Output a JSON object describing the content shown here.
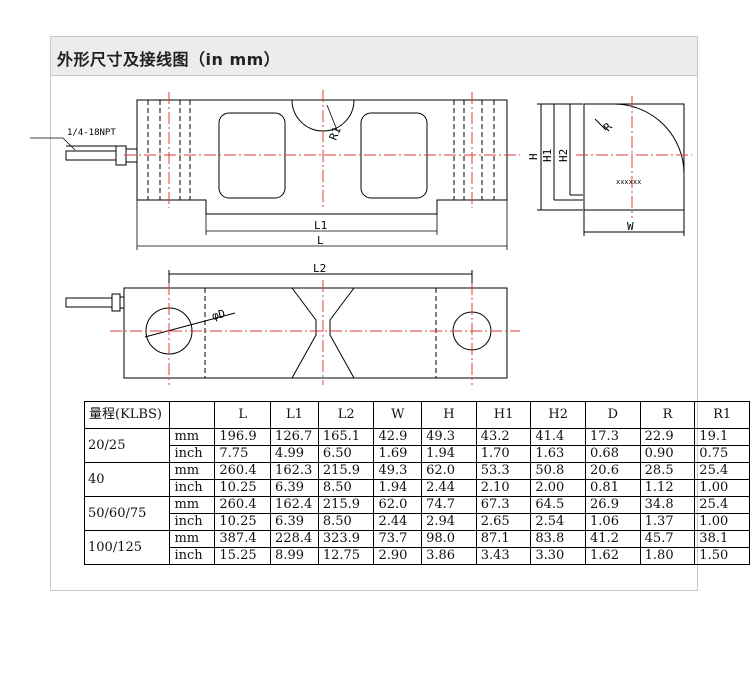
{
  "title": "外形尺寸及接线图（in mm）",
  "drawing": {
    "thread_label": "1/4-18NPT",
    "r1": "R1",
    "r": "R",
    "l": "L",
    "l1": "L1",
    "l2": "L2",
    "h": "H",
    "h1": "H1",
    "h2": "H2",
    "w": "W",
    "d": "φD",
    "marking": "xxxxxx"
  },
  "table": {
    "headers": [
      "量程(KLBS)",
      "",
      "L",
      "L1",
      "L2",
      "W",
      "H",
      "H1",
      "H2",
      "D",
      "R",
      "R1"
    ],
    "groups": [
      {
        "capacity": "20/25",
        "rows": [
          {
            "unit": "mm",
            "values": [
              "196.9",
              "126.7",
              "165.1",
              "42.9",
              "49.3",
              "43.2",
              "41.4",
              "17.3",
              "22.9",
              "19.1"
            ]
          },
          {
            "unit": "inch",
            "values": [
              "7.75",
              "4.99",
              "6.50",
              "1.69",
              "1.94",
              "1.70",
              "1.63",
              "0.68",
              "0.90",
              "0.75"
            ]
          }
        ]
      },
      {
        "capacity": "40",
        "rows": [
          {
            "unit": "mm",
            "values": [
              "260.4",
              "162.3",
              "215.9",
              "49.3",
              "62.0",
              "53.3",
              "50.8",
              "20.6",
              "28.5",
              "25.4"
            ]
          },
          {
            "unit": "inch",
            "values": [
              "10.25",
              "6.39",
              "8.50",
              "1.94",
              "2.44",
              "2.10",
              "2.00",
              "0.81",
              "1.12",
              "1.00"
            ]
          }
        ]
      },
      {
        "capacity": "50/60/75",
        "rows": [
          {
            "unit": "mm",
            "values": [
              "260.4",
              "162.4",
              "215.9",
              "62.0",
              "74.7",
              "67.3",
              "64.5",
              "26.9",
              "34.8",
              "25.4"
            ]
          },
          {
            "unit": "inch",
            "values": [
              "10.25",
              "6.39",
              "8.50",
              "2.44",
              "2.94",
              "2.65",
              "2.54",
              "1.06",
              "1.37",
              "1.00"
            ]
          }
        ]
      },
      {
        "capacity": "100/125",
        "rows": [
          {
            "unit": "mm",
            "values": [
              "387.4",
              "228.4",
              "323.9",
              "73.7",
              "98.0",
              "87.1",
              "83.8",
              "41.2",
              "45.7",
              "38.1"
            ]
          },
          {
            "unit": "inch",
            "values": [
              "15.25",
              "8.99",
              "12.75",
              "2.90",
              "3.86",
              "3.43",
              "3.30",
              "1.62",
              "1.80",
              "1.50"
            ]
          }
        ]
      }
    ]
  }
}
